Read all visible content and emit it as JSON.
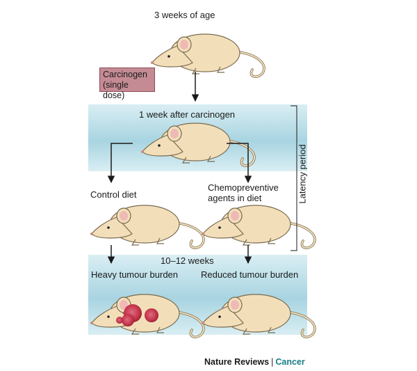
{
  "labels": {
    "top": "3 weeks of age",
    "carcinogen_line1": "Carcinogen",
    "carcinogen_line2": "(single dose)",
    "one_week": "1 week after carcinogen",
    "control_diet": "Control diet",
    "chemo_line1": "Chemopreventive",
    "chemo_line2": "agents in diet",
    "weeks": "10–12 weeks",
    "heavy": "Heavy tumour burden",
    "reduced": "Reduced tumour burden",
    "latency": "Latency period"
  },
  "footer": {
    "journal": "Nature Reviews",
    "separator": "|",
    "section": "Cancer"
  },
  "colors": {
    "mouse_body": "#f2dfba",
    "mouse_outline": "#7a6a4f",
    "ear_inner": "#efb9b6",
    "tumour": "#c2334a",
    "band": "#a8d4e1",
    "carcinogen_box": "#c48b94",
    "footer_accent": "#1a7d86"
  }
}
